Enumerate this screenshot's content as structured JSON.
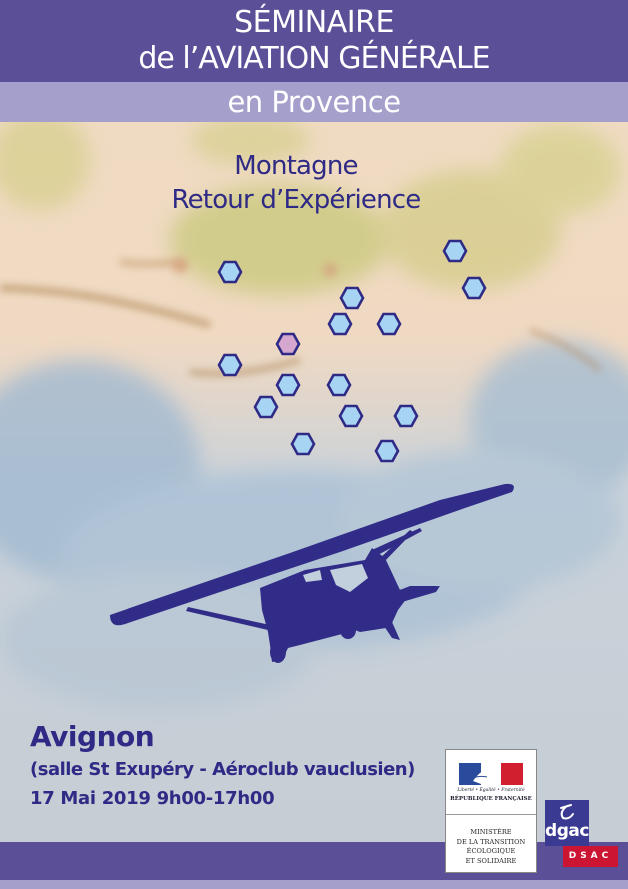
{
  "header": {
    "line1": "SÉMINAIRE",
    "line2": "de l’AVIATION GÉNÉRALE",
    "line3": "en Provence"
  },
  "theme": {
    "line1": "Montagne",
    "line2": "Retour d’Expérience"
  },
  "map_markers": {
    "icon": "hexagon-marker-icon",
    "fill": "#a8d4f4",
    "highlight_fill": "#d6a8d0",
    "stroke": "#2e2a85",
    "count": 15
  },
  "event": {
    "city": "Avignon",
    "venue": "(salle St Exupéry - Aéroclub vauclusien)",
    "date": "17 Mai 2019 9h00-17h00"
  },
  "logos": {
    "republic": {
      "motto": "Liberté • Égalité • Fraternité",
      "name": "RÉPUBLIQUE FRANÇAISE"
    },
    "ministry": [
      "MINISTÈRE",
      "DE LA TRANSITION",
      "ÉCOLOGIQUE",
      "ET SOLIDAIRE"
    ],
    "dgac": "dgac",
    "dsac": "DSAC"
  },
  "colors": {
    "dark_purple": "#5b4f98",
    "light_purple": "#a59fcb",
    "navy": "#2e2a85",
    "red": "#cc1533"
  }
}
